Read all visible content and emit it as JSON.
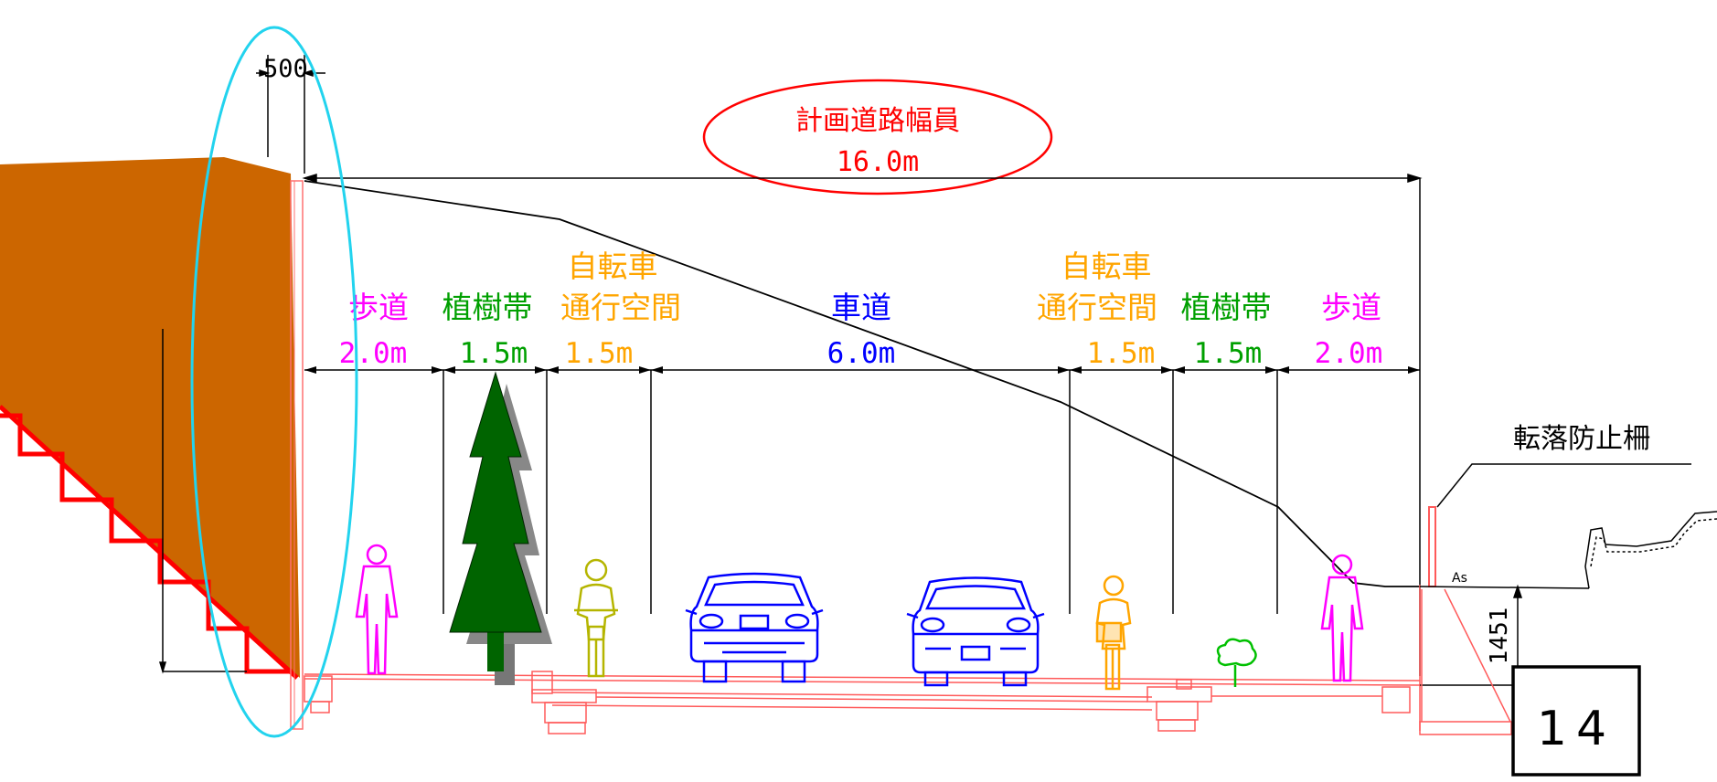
{
  "colors": {
    "pink": "#ff00ff",
    "green": "#00a000",
    "orange": "#ffa500",
    "blue": "#0000ff",
    "red": "#ff0000",
    "cyan": "#22d3ee",
    "earth": "#cc6600",
    "tree": "#006400",
    "cyclist_left": "#b5b500"
  },
  "diagram": {
    "top_dim": "500",
    "plan_title": "計画道路幅員",
    "plan_width": "16.0m",
    "zones": {
      "sidewalk_left": {
        "name": "歩道",
        "width": "2.0m"
      },
      "planting_left": {
        "name": "植樹帯",
        "width": "1.5m"
      },
      "bike_left": {
        "name_line1": "自転車",
        "name_line2": "通行空間",
        "width": "1.5m"
      },
      "road": {
        "name": "車道",
        "width": "6.0m"
      },
      "bike_right": {
        "name_line1": "自転車",
        "name_line2": "通行空間",
        "width": "1.5m"
      },
      "planting_right": {
        "name": "植樹帯",
        "width": "1.5m"
      },
      "sidewalk_right": {
        "name": "歩道",
        "width": "2.0m"
      }
    },
    "fence_label": "転落防止柵",
    "as_label": "As",
    "height_dim": "1451",
    "page_number": "14"
  }
}
